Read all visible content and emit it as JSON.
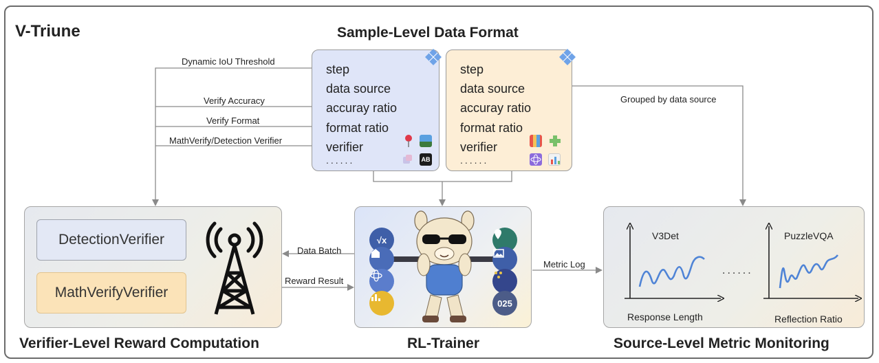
{
  "header": {
    "title": "V-Triune"
  },
  "sample_level": {
    "title": "Sample-Level Data Format",
    "left_card": {
      "fields": [
        "step",
        "data source",
        "accuray ratio",
        "format ratio",
        "verifier"
      ],
      "ellipsis": "......"
    },
    "right_card": {
      "fields": [
        "step",
        "data source",
        "accuray ratio",
        "format ratio",
        "verifier"
      ],
      "ellipsis": "......"
    }
  },
  "connectors": {
    "dynamic_iou": "Dynamic IoU Threshold",
    "verify_accuracy": "Verify Accuracy",
    "verify_format": "Verify Format",
    "mathverify_detection": "MathVerify/Detection Verifier",
    "grouped_by_source": "Grouped by data source",
    "data_batch": "Data Batch",
    "reward_result": "Reward Result",
    "metric_log": "Metric Log"
  },
  "verifier_panel": {
    "title": "Verifier-Level Reward Computation",
    "detection_verifier": "DetectionVerifier",
    "mathverify_verifier": "MathVerifyVerifier"
  },
  "trainer_panel": {
    "title": "RL-Trainer",
    "badges": [
      "√x",
      "025"
    ]
  },
  "monitor_panel": {
    "title": "Source-Level Metric Monitoring",
    "left_plot": {
      "name": "V3Det",
      "xlabel": "Response Length"
    },
    "ellipsis": "......",
    "right_plot": {
      "name": "PuzzleVQA",
      "xlabel": "Reflection Ratio"
    }
  },
  "colors": {
    "blue_card": "#dfe5f8",
    "orange_card": "#fdeed6",
    "detection_box": "#e3e8f5",
    "math_box": "#fbe3b8",
    "plot_line": "#4f84d6",
    "badge_blue": "#3f5fa8",
    "badge_yellow": "#e8b830"
  }
}
